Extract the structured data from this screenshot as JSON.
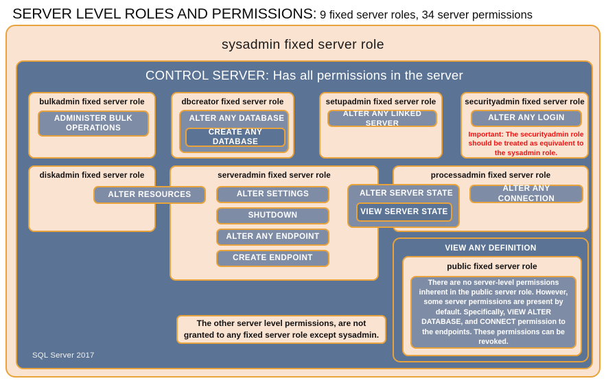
{
  "header": {
    "title_strong": "SERVER LEVEL ROLES AND PERMISSIONS:",
    "title_rest": " 9 fixed server roles, 34 server permissions"
  },
  "colors": {
    "peach_fill": "#fbe3d2",
    "gold_border": "#e8a33d",
    "slate_fill": "#7e8ca6",
    "slate_dark_fill": "#5b7394",
    "warning_text": "#ee1111"
  },
  "diagram": {
    "sysadmin": {
      "label": "sysadmin fixed server role"
    },
    "control_server": {
      "label": "CONTROL SERVER: Has all permissions in the server"
    },
    "roles": {
      "bulkadmin": {
        "label": "bulkadmin fixed server role",
        "permission": "ADMINISTER  BULK OPERATIONS"
      },
      "dbcreator": {
        "label": "dbcreator fixed server role",
        "permission_outer": "ALTER ANY DATABASE",
        "permission_inner": "CREATE ANY DATABASE"
      },
      "setupadmin": {
        "label": "setupadmin fixed server role",
        "permission": "ALTER ANY LINKED SERVER"
      },
      "securityadmin": {
        "label": "securityadmin fixed server role",
        "permission": "ALTER ANY LOGIN",
        "note": "Important: The securityadmin role should  be treated as equivalent to the sysadmin role."
      },
      "diskadmin": {
        "label": "diskadmin fixed server role",
        "permission": "ALTER RESOURCES"
      },
      "serveradmin": {
        "label": "serveradmin fixed server role",
        "permissions": [
          "ALTER SETTINGS",
          "SHUTDOWN",
          "ALTER ANY ENDPOINT",
          "CREATE  ENDPOINT"
        ]
      },
      "processadmin": {
        "label": "processadmin fixed server role",
        "permission": "ALTER ANY CONNECTION"
      },
      "public": {
        "view_any_definition": "VIEW ANY DEFINITION",
        "label": "public  fixed server role",
        "description": "There are no server-level permissions inherent in the public server role. However, some server permissions are present by default. Specifically, VIEW ALTER DATABASE, and CONNECT permission to the endpoints. These permissions can be revoked."
      }
    },
    "shared_permissions": {
      "alter_server_state": "ALTER SERVER STATE",
      "view_server_state": "VIEW SERVER STATE"
    },
    "other_note": "The other server level permissions, are not granted to any fixed server role except sysadmin.",
    "footer": "SQL Server 2017"
  }
}
